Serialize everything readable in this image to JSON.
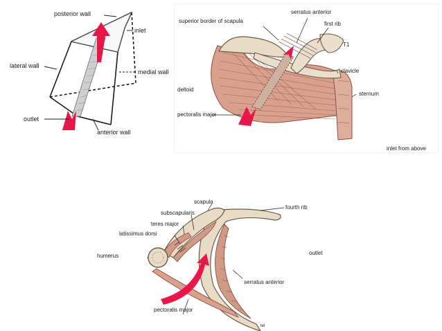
{
  "colors": {
    "arrow": "#e8174a",
    "muscle_fill": "#d9a08d",
    "muscle_line": "#8a4d3c",
    "bone_fill": "#e9dcc7",
    "bone_line": "#6b5a46",
    "wire": "#1a1a1a"
  },
  "panel_box": {
    "labels": {
      "posterior_wall": "posterior wall",
      "inlet": "inlet",
      "lateral_wall": "lateral wall",
      "medial_wall": "medial wall",
      "outlet": "outlet",
      "anterior_wall": "anterior wall"
    }
  },
  "panel_inlet": {
    "labels": {
      "serratus_anterior": "serratus anterior",
      "superior_border": "superior border of scapula",
      "first_rib": "first rib",
      "t1": "T1",
      "clavicle": "clavicle",
      "deltoid": "deltoid",
      "sternum": "sternum",
      "pectoralis_major": "pectoralis major",
      "caption": "inlet from above"
    }
  },
  "panel_outlet": {
    "labels": {
      "scapula": "scapula",
      "subscapularis": "subscapularis",
      "fourth_rib": "fourth rib",
      "teres_major": "teres major",
      "latissimus_dorsi": "latissimus dorsi",
      "humerus": "humerus",
      "outlet": "outlet",
      "serratus_anterior": "serratus anterior",
      "pectoralis_major": "pectoralis major",
      "partial_label": "tel"
    }
  }
}
